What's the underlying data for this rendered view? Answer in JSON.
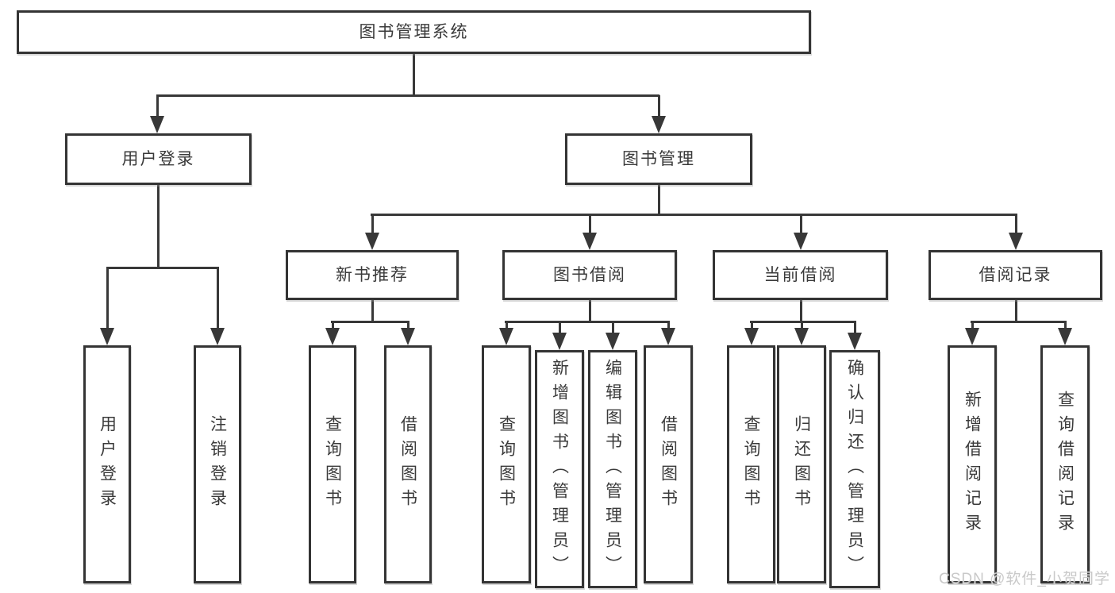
{
  "nodes": {
    "root": "图书管理系统",
    "level2": [
      "用户登录",
      "图书管理"
    ],
    "level3": [
      "新书推荐",
      "图书借阅",
      "当前借阅",
      "借阅记录"
    ],
    "leaves": {
      "login": [
        "用户登录",
        "注销登录"
      ],
      "recommend": [
        "查询图书",
        "借阅图书"
      ],
      "borrow": [
        "查询图书",
        "新增图书（管理员）",
        "编辑图书（管理员）",
        "借阅图书"
      ],
      "current": [
        "查询图书",
        "归还图书",
        "确认归还（管理员）"
      ],
      "records": [
        "新增借阅记录",
        "查询借阅记录"
      ]
    }
  },
  "watermark": "CSDN @软件_小贺同学",
  "colors": {
    "background": "#ffffff",
    "line": "#383838",
    "box_border": "#343434",
    "text": "#3a3a3a",
    "watermark_text": "#c9c9c9"
  }
}
